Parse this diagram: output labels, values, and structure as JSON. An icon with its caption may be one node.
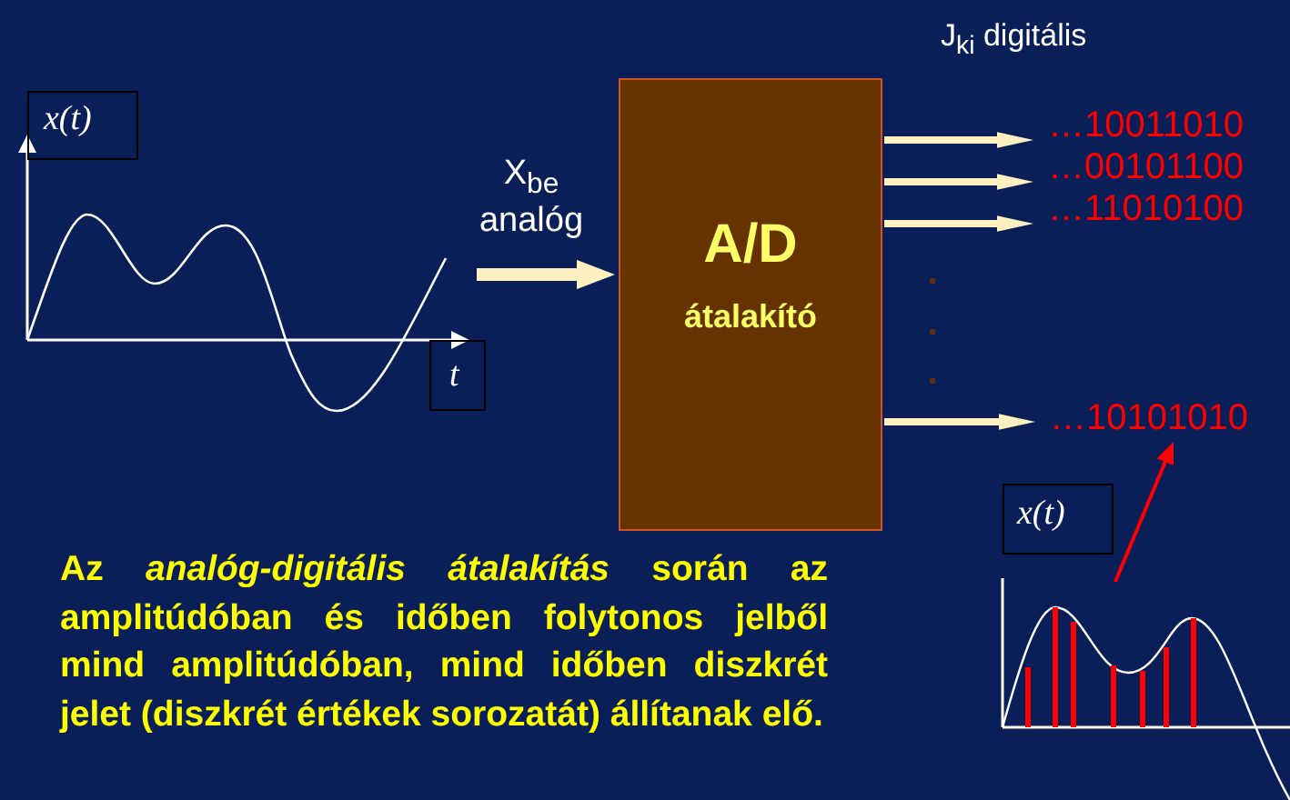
{
  "diagram": {
    "nodes": [
      {
        "text": [
          "A/D",
          "átalakító"
        ]
      },
      {
        "text": [
          "…10011010"
        ]
      },
      {
        "text": [
          "…00101100"
        ]
      },
      {
        "text": [
          "…11010100"
        ]
      },
      {
        "text": [
          "…10101010"
        ]
      },
      {
        "text": [],
        "shape": "picture"
      }
    ],
    "edges": [
      {
        "from": null,
        "to": 0,
        "arrow": "to",
        "label": "X$_{be}$ analóg"
      },
      {
        "from": 0,
        "to": 1,
        "arrow": "to"
      },
      {
        "from": 0,
        "to": 2,
        "arrow": "to"
      },
      {
        "from": 0,
        "to": 3,
        "arrow": "to"
      },
      {
        "from": 0,
        "to": 4,
        "arrow": "to"
      },
      {
        "from": 5,
        "to": 4,
        "arrow": "to",
        "color": "#ff0000"
      }
    ],
    "labels": [
      "J$_{ki}$ digitális",
      "x(t)",
      "t",
      "x(t)",
      "Az *analóg-digitális átalakítás* során az amplitúdóban és időben folytonos jelből mind amplitúdóban, mind időben diszkrét jelet (diszkrét értékek sorozatát) állítanak elő."
    ]
  }
}
